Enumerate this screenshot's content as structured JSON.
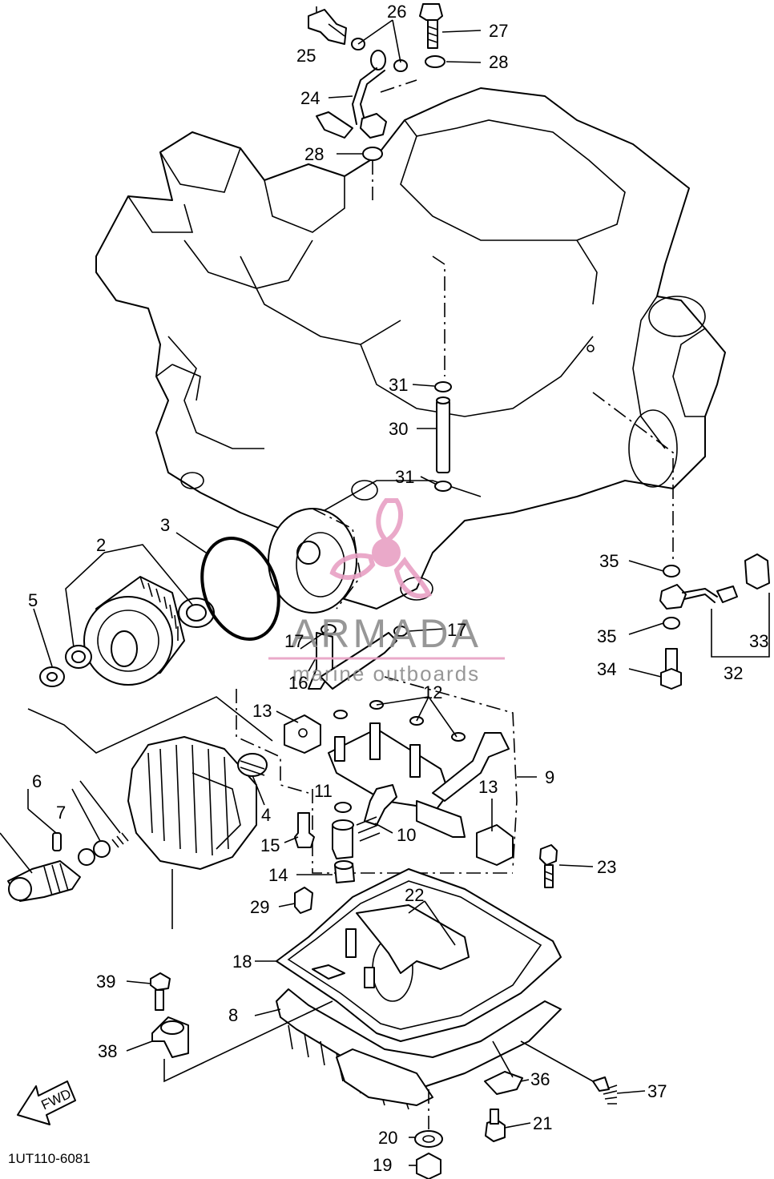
{
  "diagram_code": "1UT110-6081",
  "fwd_label": "FWD",
  "watermark": {
    "brand": "ARMADA",
    "tagline": "marine outboards",
    "logo_color": "#e8a0c4",
    "text_color": "#8c8c8c"
  },
  "callouts": [
    {
      "id": "c2",
      "text": "2"
    },
    {
      "id": "c3",
      "text": "3"
    },
    {
      "id": "c4",
      "text": "4"
    },
    {
      "id": "c5",
      "text": "5"
    },
    {
      "id": "c6",
      "text": "6"
    },
    {
      "id": "c7",
      "text": "7"
    },
    {
      "id": "c8",
      "text": "8"
    },
    {
      "id": "c9",
      "text": "9"
    },
    {
      "id": "c10",
      "text": "10"
    },
    {
      "id": "c11",
      "text": "11"
    },
    {
      "id": "c12",
      "text": "12"
    },
    {
      "id": "c13a",
      "text": "13"
    },
    {
      "id": "c13b",
      "text": "13"
    },
    {
      "id": "c14",
      "text": "14"
    },
    {
      "id": "c15",
      "text": "15"
    },
    {
      "id": "c16",
      "text": "16"
    },
    {
      "id": "c17a",
      "text": "17"
    },
    {
      "id": "c17b",
      "text": "17"
    },
    {
      "id": "c18",
      "text": "18"
    },
    {
      "id": "c19",
      "text": "19"
    },
    {
      "id": "c20",
      "text": "20"
    },
    {
      "id": "c21",
      "text": "21"
    },
    {
      "id": "c22",
      "text": "22"
    },
    {
      "id": "c23",
      "text": "23"
    },
    {
      "id": "c24",
      "text": "24"
    },
    {
      "id": "c25",
      "text": "25"
    },
    {
      "id": "c26",
      "text": "26"
    },
    {
      "id": "c27",
      "text": "27"
    },
    {
      "id": "c28a",
      "text": "28"
    },
    {
      "id": "c28b",
      "text": "28"
    },
    {
      "id": "c29",
      "text": "29"
    },
    {
      "id": "c30",
      "text": "30"
    },
    {
      "id": "c31a",
      "text": "31"
    },
    {
      "id": "c31b",
      "text": "31"
    },
    {
      "id": "c32",
      "text": "32"
    },
    {
      "id": "c33",
      "text": "33"
    },
    {
      "id": "c34",
      "text": "34"
    },
    {
      "id": "c35a",
      "text": "35"
    },
    {
      "id": "c35b",
      "text": "35"
    },
    {
      "id": "c36",
      "text": "36"
    },
    {
      "id": "c37",
      "text": "37"
    },
    {
      "id": "c38",
      "text": "38"
    },
    {
      "id": "c39",
      "text": "39"
    }
  ]
}
